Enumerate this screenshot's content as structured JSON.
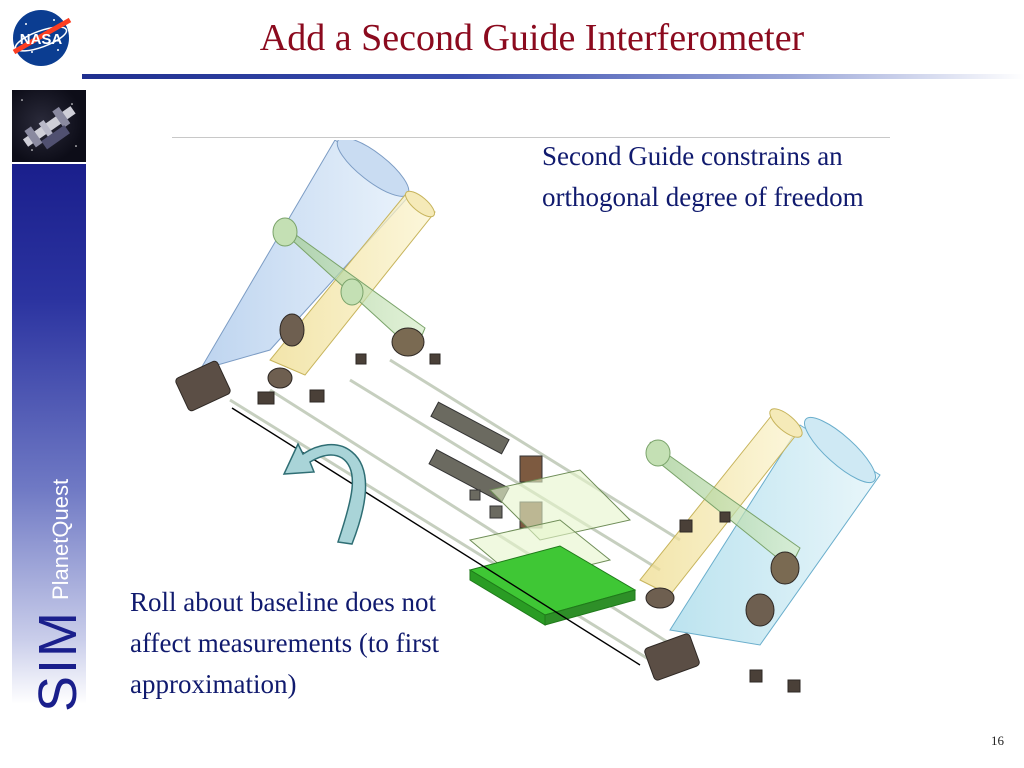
{
  "slide": {
    "title": "Add a Second Guide Interferometer",
    "page_number": "16"
  },
  "logo": {
    "agency": "NASA",
    "mission": "SIM",
    "mission_sub": "PlanetQuest"
  },
  "annotations": {
    "top_text": "Second Guide constrains an orthogonal degree of freedom",
    "bottom_text": "Roll about baseline does not affect measurements (to first approximation)"
  },
  "colors": {
    "title": "#8b0a1e",
    "body_text": "#101a6e",
    "band": "#1a1f8c",
    "telescope_blue": "#b9d3ef",
    "telescope_yellow": "#f3e6a4",
    "telescope_green": "#a9d29a",
    "bench_green": "#36c22c",
    "roll_arrow": "#a9d4d8"
  }
}
